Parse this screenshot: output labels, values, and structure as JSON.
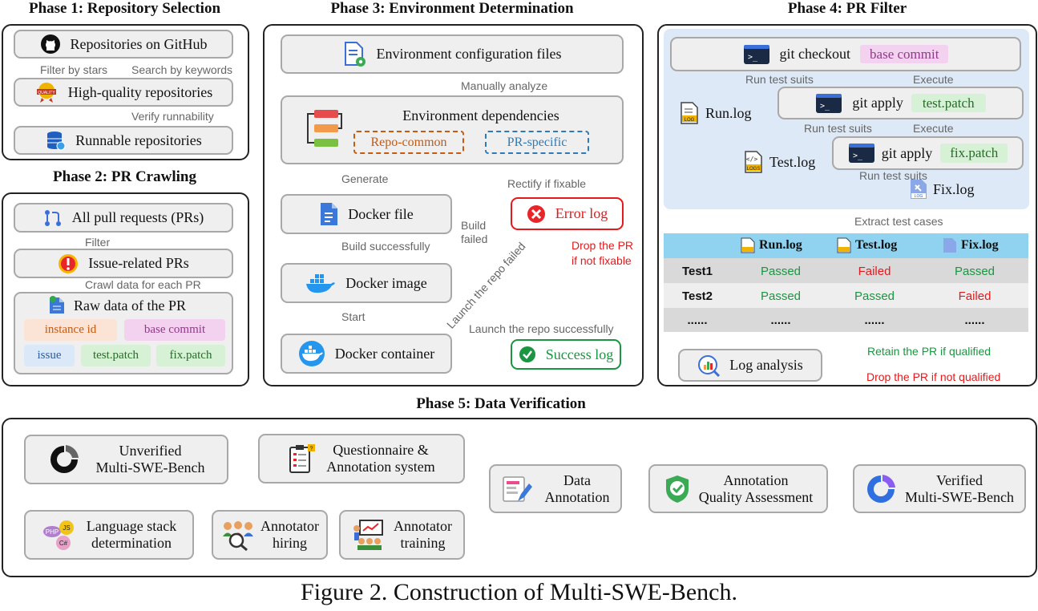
{
  "phase1": {
    "title": "Phase 1: Repository Selection",
    "nodes": {
      "github": "Repositories on GitHub",
      "quality": "High-quality repositories",
      "runnable": "Runnable repositories"
    },
    "labels": {
      "filter_stars": "Filter by stars",
      "search_keywords": "Search by keywords",
      "verify": "Verify runnability"
    }
  },
  "phase2": {
    "title": "Phase 2: PR Crawling",
    "nodes": {
      "all_prs": "All pull requests (PRs)",
      "issue_related": "Issue-related PRs",
      "raw_data": "Raw data of the PR"
    },
    "labels": {
      "filter": "Filter",
      "crawl": "Crawl data for each PR"
    },
    "fields": {
      "instance_id": "instance id",
      "base_commit": "base commit",
      "issue": "issue",
      "test_patch": "test.patch",
      "fix_patch": "fix.patch"
    }
  },
  "phase3": {
    "title": "Phase 3: Environment Determination",
    "nodes": {
      "env_files": "Environment configuration files",
      "env_deps": "Environment dependencies",
      "repo_common": "Repo-common",
      "pr_specific": "PR-specific",
      "docker_file": "Docker file",
      "docker_image": "Docker image",
      "docker_container": "Docker container",
      "error_log": "Error log",
      "success_log": "Success log"
    },
    "labels": {
      "manually": "Manually analyze",
      "generate": "Generate",
      "rectify": "Rectify if fixable",
      "build_failed_1": "Build",
      "build_failed_2": "failed",
      "build_ok": "Build successfully",
      "start": "Start",
      "launch_failed": "Launch the repo failed",
      "launch_ok": "Launch the repo successfully",
      "drop_1": "Drop the PR",
      "drop_2": "if not fixable"
    }
  },
  "phase4": {
    "title": "Phase 4: PR Filter",
    "nodes": {
      "checkout": "git checkout",
      "base_commit": "base commit",
      "apply_test": "git apply",
      "test_patch": "test.patch",
      "apply_fix": "git apply",
      "fix_patch": "fix.patch",
      "run_log": "Run.log",
      "test_log": "Test.log",
      "fix_log": "Fix.log",
      "log_analysis": "Log analysis"
    },
    "labels": {
      "run_suits_1": "Run test suits",
      "execute_1": "Execute",
      "run_suits_2": "Run test suits",
      "execute_2": "Execute",
      "run_suits_3": "Run test suits",
      "extract": "Extract test cases",
      "retain": "Retain the PR if qualified",
      "drop": "Drop the PR if not qualified"
    },
    "table": {
      "headers": [
        "Run.log",
        "Test.log",
        "Fix.log"
      ],
      "rows": [
        {
          "name": "Test1",
          "cells": [
            "Passed",
            "Failed",
            "Passed"
          ]
        },
        {
          "name": "Test2",
          "cells": [
            "Passed",
            "Passed",
            "Failed"
          ]
        },
        {
          "name": "......",
          "cells": [
            "......",
            "......",
            "......"
          ]
        }
      ]
    }
  },
  "phase5": {
    "title": "Phase 5: Data Verification",
    "nodes": {
      "unverified_1": "Unverified",
      "unverified_2": "Multi-SWE-Bench",
      "questionnaire_1": "Questionnaire &",
      "questionnaire_2": "Annotation system",
      "lang_1": "Language stack",
      "lang_2": "determination",
      "hiring_1": "Annotator",
      "hiring_2": "hiring",
      "training_1": "Annotator",
      "training_2": "training",
      "annotation_1": "Data",
      "annotation_2": "Annotation",
      "quality_1": "Annotation",
      "quality_2": "Quality Assessment",
      "verified_1": "Verified",
      "verified_2": "Multi-SWE-Bench"
    }
  },
  "caption": "Figure 2. Construction of Multi-SWE-Bench.",
  "colors": {
    "pass": "#1a9641",
    "fail": "#e31a1c",
    "table_header": "#8fd3f0",
    "phase4_bg": "#dde9f7",
    "pink": "#f3d2ef",
    "green_tag": "#d6f1d6",
    "orange_tag": "#fbe3d6",
    "blue_tag": "#dbe8f7"
  }
}
